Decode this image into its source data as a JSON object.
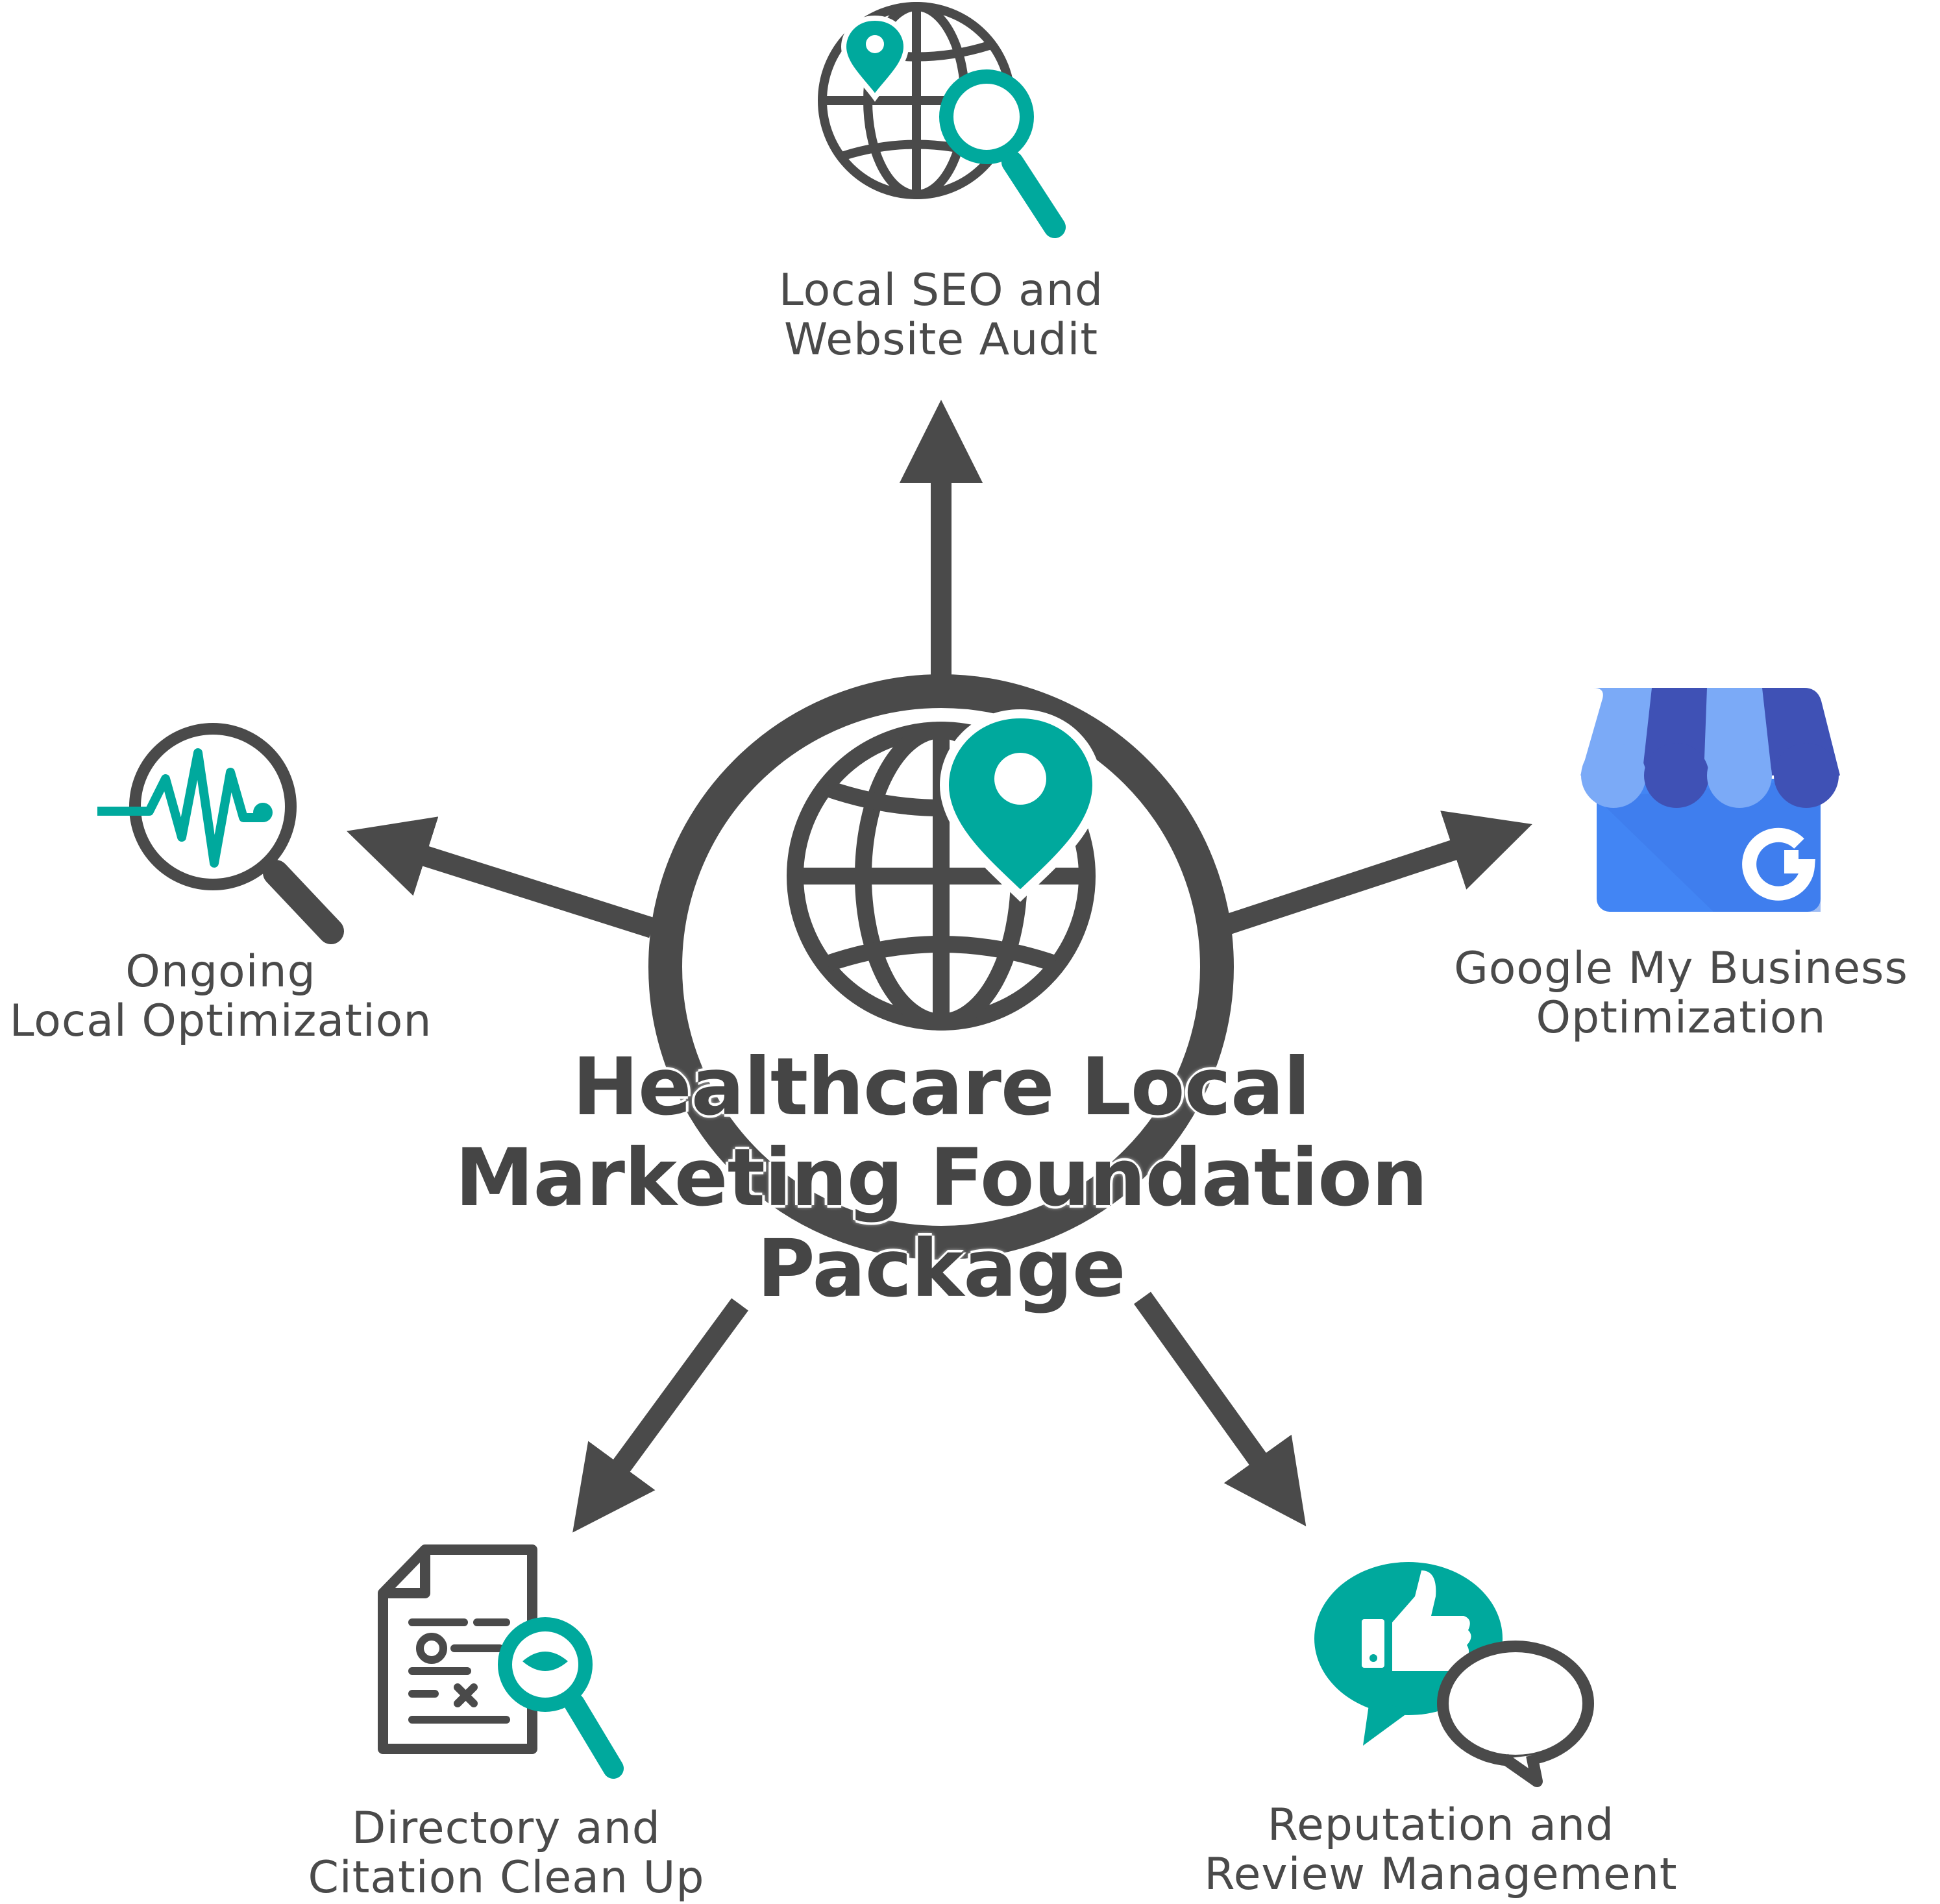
{
  "center": {
    "title_lines": [
      "Healthcare Local",
      "Marketing Foundation",
      "Package"
    ]
  },
  "nodes": {
    "top": {
      "lines": [
        "Local SEO and",
        "Website Audit"
      ],
      "icon": "globe-search-icon"
    },
    "right": {
      "lines": [
        "Google My Business",
        "Optimization"
      ],
      "icon": "google-my-business-icon"
    },
    "left": {
      "lines": [
        "Ongoing",
        "Local Optimization"
      ],
      "icon": "pulse-magnifier-icon"
    },
    "bottom_left": {
      "lines": [
        "Directory and",
        "Citation Clean Up"
      ],
      "icon": "document-search-icon"
    },
    "bottom_right": {
      "lines": [
        "Reputation and",
        "Review Management"
      ],
      "icon": "thumbs-up-chat-icon"
    }
  },
  "colors": {
    "dark": "#4a4a4a",
    "teal": "#00a99d",
    "gmb_blue": "#4285f4",
    "gmb_light": "#7baaf7",
    "gmb_dark": "#3f51b5"
  }
}
